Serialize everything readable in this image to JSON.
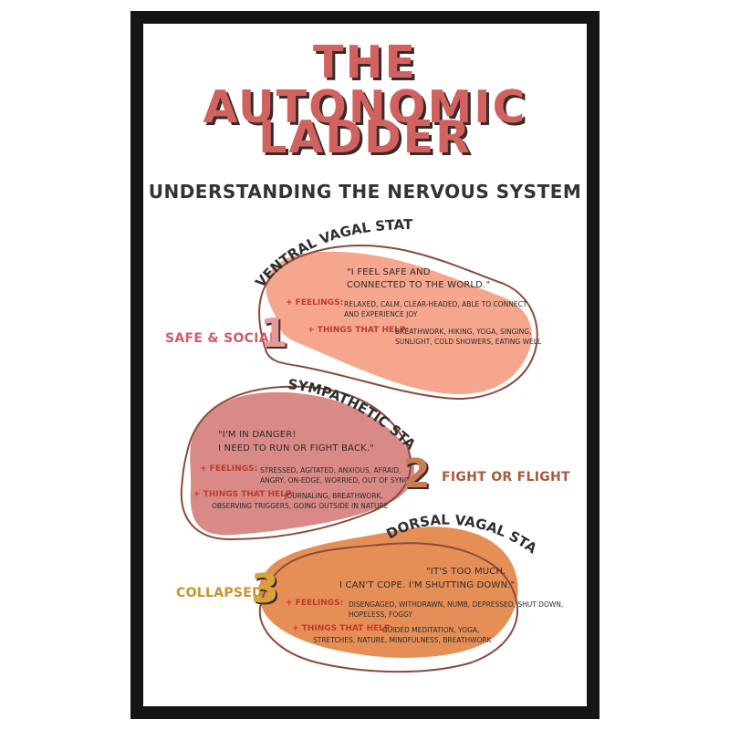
{
  "poster": {
    "title_line1": "THE AUTONOMIC",
    "title_line2": "LADDER",
    "subtitle": "UNDERSTANDING THE NERVOUS SYSTEM"
  },
  "colors": {
    "title": "#d0625f",
    "frame": "#151515",
    "ventral_fill": "#f7a68e",
    "sympathetic_fill": "#d98a86",
    "dorsal_fill": "#e58f57",
    "outline": "#8a4a3c",
    "feeling_label": "#c0392b",
    "safe_label": "#cf5b66",
    "fight_label": "#a85a3e",
    "collapsed_label": "#c9922a"
  },
  "states": [
    {
      "number": "1",
      "name": "VENTRAL VAGAL STATE",
      "side_label": "SAFE & SOCIAL",
      "quote_line1": "\"I FEEL SAFE AND",
      "quote_line2": "CONNECTED TO THE WORLD.\"",
      "feelings_label": "+ FEELINGS:",
      "feelings_line1": "RELAXED, CALM, CLEAR-HEADED, ABLE TO CONNECT",
      "feelings_line2": "AND EXPERIENCE JOY",
      "help_label": "+ THINGS THAT HELP:",
      "help_line1": "BREATHWORK, HIKING, YOGA, SINGING,",
      "help_line2": "SUNLIGHT, COLD SHOWERS, EATING WELL"
    },
    {
      "number": "2",
      "name": "SYMPATHETIC STATE",
      "side_label": "FIGHT OR FLIGHT",
      "quote_line1": "\"I'M IN DANGER!",
      "quote_line2": "I NEED TO RUN OR FIGHT BACK.\"",
      "feelings_label": "+ FEELINGS:",
      "feelings_line1": "STRESSED, AGITATED, ANXIOUS, AFRAID,",
      "feelings_line2": "ANGRY, ON-EDGE, WORRIED, OUT OF SYNC",
      "help_label": "+ THINGS THAT HELP:",
      "help_line1": "JOURNALING, BREATHWORK,",
      "help_line2": "OBSERVING TRIGGERS, GOING OUTSIDE IN NATURE"
    },
    {
      "number": "3",
      "name": "DORSAL VAGAL STATE",
      "side_label": "COLLAPSED",
      "quote_line1": "\"IT'S TOO MUCH.",
      "quote_line2": "I CAN'T COPE.  I'M SHUTTING DOWN.\"",
      "feelings_label": "+ FEELINGS:",
      "feelings_line1": "DISENGAGED, WITHDRAWN, NUMB, DEPRESSED, SHUT DOWN,",
      "feelings_line2": "HOPELESS, FOGGY",
      "help_label": "+ THINGS THAT HELP:",
      "help_line1": "GUIDED MEDITATION, YOGA,",
      "help_line2": "STRETCHES, NATURE, MINDFULNESS, BREATHWORK"
    }
  ]
}
